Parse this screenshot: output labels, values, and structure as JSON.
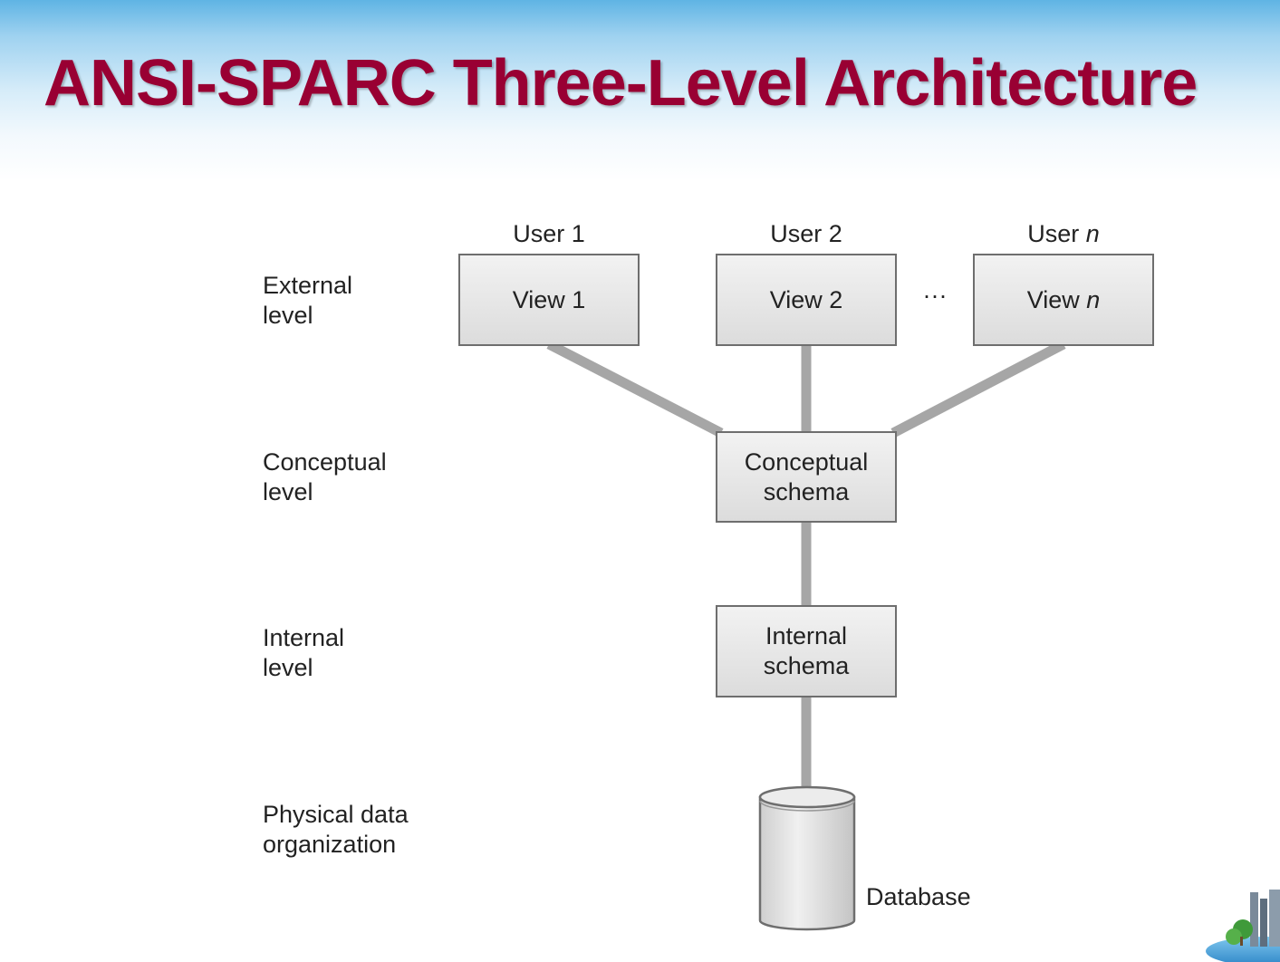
{
  "slide": {
    "title": "ANSI-SPARC Three-Level Architecture"
  },
  "levels": {
    "external": [
      "External",
      "level"
    ],
    "conceptual": [
      "Conceptual",
      "level"
    ],
    "internal": [
      "Internal",
      "level"
    ],
    "physical": [
      "Physical data",
      "organization"
    ]
  },
  "users": [
    {
      "prefix": "User ",
      "suffix": "1",
      "suffix_italic": false,
      "view_prefix": "View ",
      "view_suffix": "1"
    },
    {
      "prefix": "User ",
      "suffix": "2",
      "suffix_italic": false,
      "view_prefix": "View ",
      "view_suffix": "2"
    },
    {
      "prefix": "User ",
      "suffix": "n",
      "suffix_italic": true,
      "view_prefix": "View ",
      "view_suffix": "n"
    }
  ],
  "ellipsis": "···",
  "conceptual_schema": [
    "Conceptual",
    "schema"
  ],
  "internal_schema": [
    "Internal",
    "schema"
  ],
  "database_label": "Database",
  "colors": {
    "title": "#990033",
    "box_border": "#6e6e6e",
    "connector": "#a6a6a6",
    "header_gradient_top": "#5fb4e4"
  },
  "icons": [
    "city-logo-icon"
  ]
}
